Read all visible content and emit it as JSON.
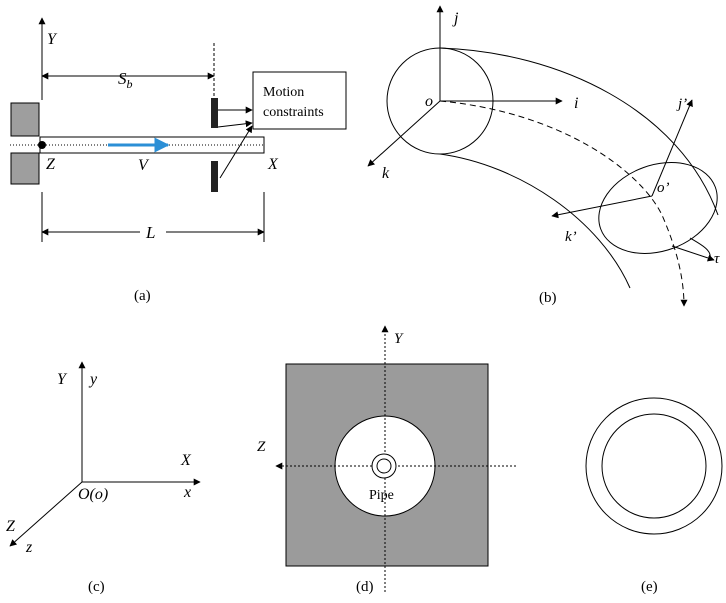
{
  "panel_a": {
    "caption": "(a)",
    "y_axis": "Y",
    "z_axis": "Z",
    "x_axis": "X",
    "length_sb": "S",
    "sb_sub": "b",
    "velocity": "V",
    "length_total": "L",
    "motion_box": [
      "Motion",
      "constraints"
    ],
    "velocity_color": "#2b8fd6"
  },
  "panel_b": {
    "caption": "(b)",
    "origin": "o",
    "i": "i",
    "j": "j",
    "k": "k",
    "origin2": "o’",
    "j2": "j’",
    "k2": "k’",
    "tau": "τ"
  },
  "panel_c": {
    "caption": "(c)",
    "Y": "Y",
    "y": "y",
    "X": "X",
    "x": "x",
    "Z": "Z",
    "z": "z",
    "origin_label": "O(o)"
  },
  "panel_d": {
    "caption": "(d)",
    "Y": "Y",
    "Z": "Z",
    "pipe_label": "Pipe",
    "fill_color": "#9b9b9b"
  },
  "panel_e": {
    "caption": "(e)"
  }
}
